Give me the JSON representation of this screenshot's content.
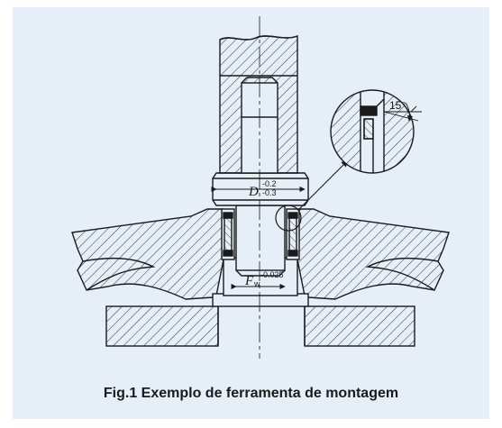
{
  "caption": "Fig.1  Exemplo de ferramenta de montagem",
  "labels": {
    "d_symbol": "D",
    "d_tol_upper": "-0.2",
    "d_tol_lower": "-0.3",
    "f_symbol": "F",
    "f_subscript": "w",
    "f_tol": "-0.025",
    "angle": "15°"
  },
  "colors": {
    "panel": "#e6eef7",
    "line": "#1a1a1a"
  }
}
